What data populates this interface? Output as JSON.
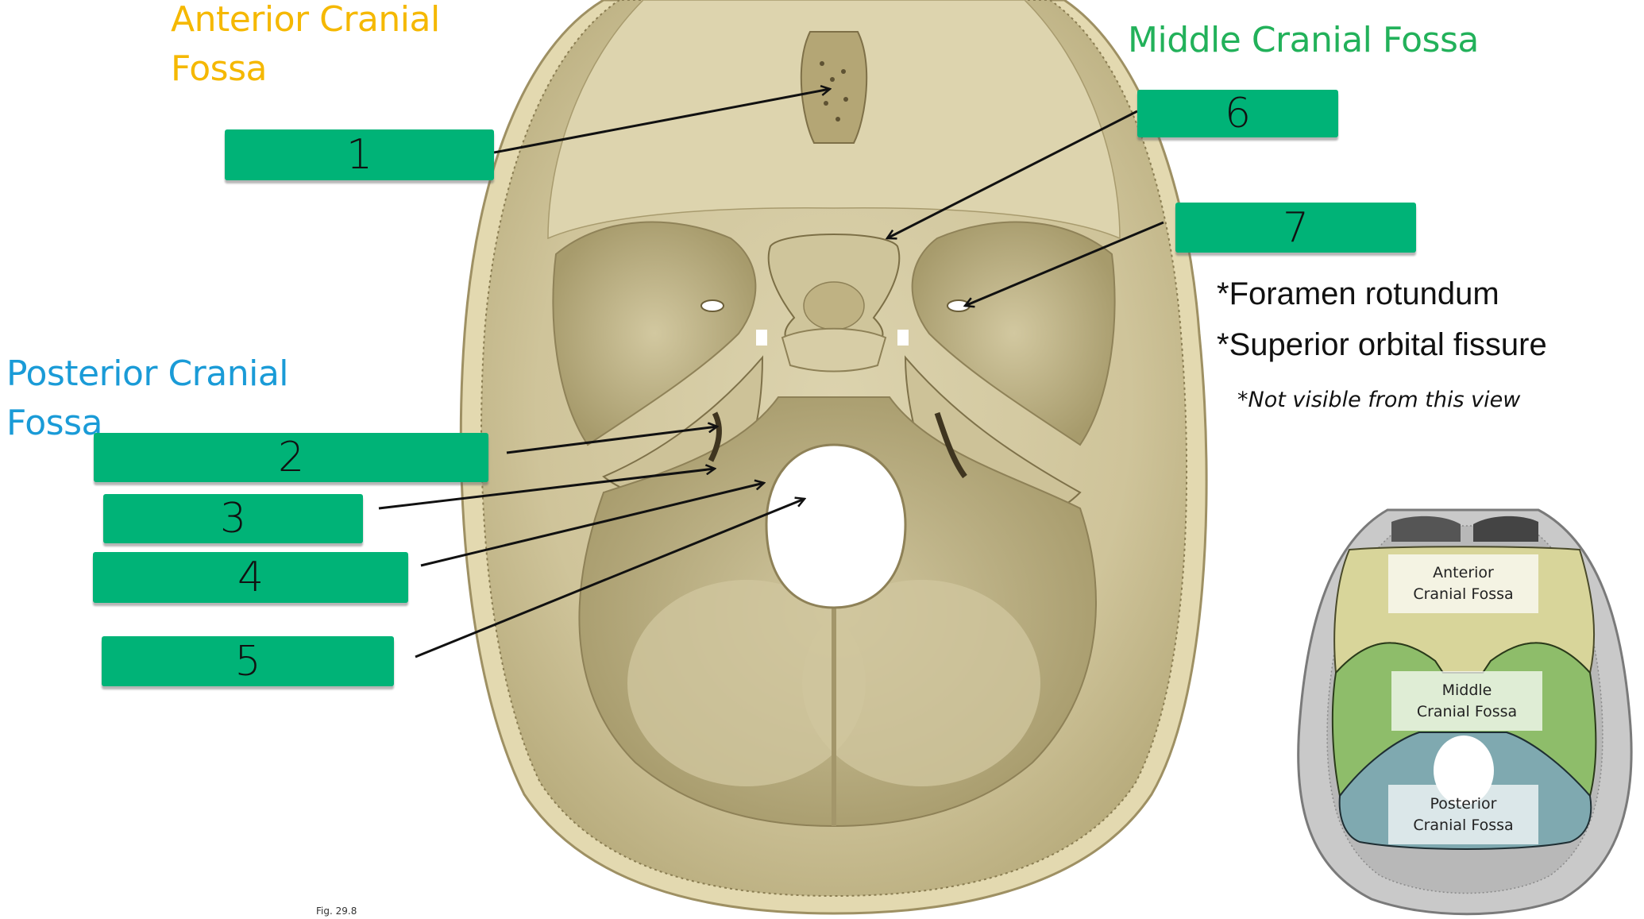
{
  "titles": {
    "anterior": {
      "line1": "Anterior Cranial",
      "line2": "Fossa",
      "color": "#F5B800"
    },
    "middle": {
      "text": "Middle Cranial Fossa",
      "color": "#22B15A"
    },
    "posterior": {
      "line1": "Posterior Cranial",
      "line2": "Fossa",
      "color": "#1A9BD7"
    }
  },
  "labels": [
    {
      "id": "1",
      "text": "1"
    },
    {
      "id": "2",
      "text": "2"
    },
    {
      "id": "3",
      "text": "3"
    },
    {
      "id": "4",
      "text": "4"
    },
    {
      "id": "5",
      "text": "5"
    },
    {
      "id": "6",
      "text": "6"
    },
    {
      "id": "7",
      "text": "7"
    }
  ],
  "label_color": "#00B377",
  "notes": {
    "item1": "*Foramen rotundum",
    "item2": "*Superior orbital fissure",
    "footnote": "*Not visible from this view"
  },
  "inset": {
    "anterior": {
      "line1": "Anterior",
      "line2": "Cranial Fossa",
      "color": "#D8D59A"
    },
    "middle": {
      "line1": "Middle",
      "line2": "Cranial Fossa",
      "color": "#8EBD6A"
    },
    "posterior": {
      "line1": "Posterior",
      "line2": "Cranial Fossa",
      "color": "#7FA9B0"
    }
  },
  "figure_caption": "Fig. 29.8"
}
